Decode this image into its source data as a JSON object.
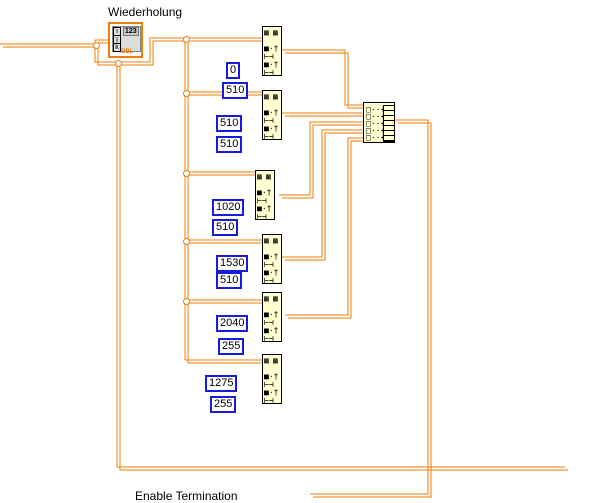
{
  "diagram": {
    "loop_label": "Wiederholung",
    "terminal": {
      "indicator": "123",
      "type": "DBL",
      "index_labels": [
        "i",
        "j",
        "k"
      ]
    },
    "subset_nodes": [
      {
        "index": "0",
        "length": "510"
      },
      {
        "index": "510",
        "length": "510"
      },
      {
        "index": "1020",
        "length": "510"
      },
      {
        "index": "1530",
        "length": "510"
      },
      {
        "index": "2040",
        "length": "255"
      },
      {
        "index": "1275",
        "length": "255"
      }
    ],
    "build_array_inputs": 5,
    "bottom_label": "Enable Termination",
    "colors": {
      "wire": "#f07c0a",
      "constant_border": "#1a1adb",
      "node_fill": "#ffffd0"
    }
  }
}
